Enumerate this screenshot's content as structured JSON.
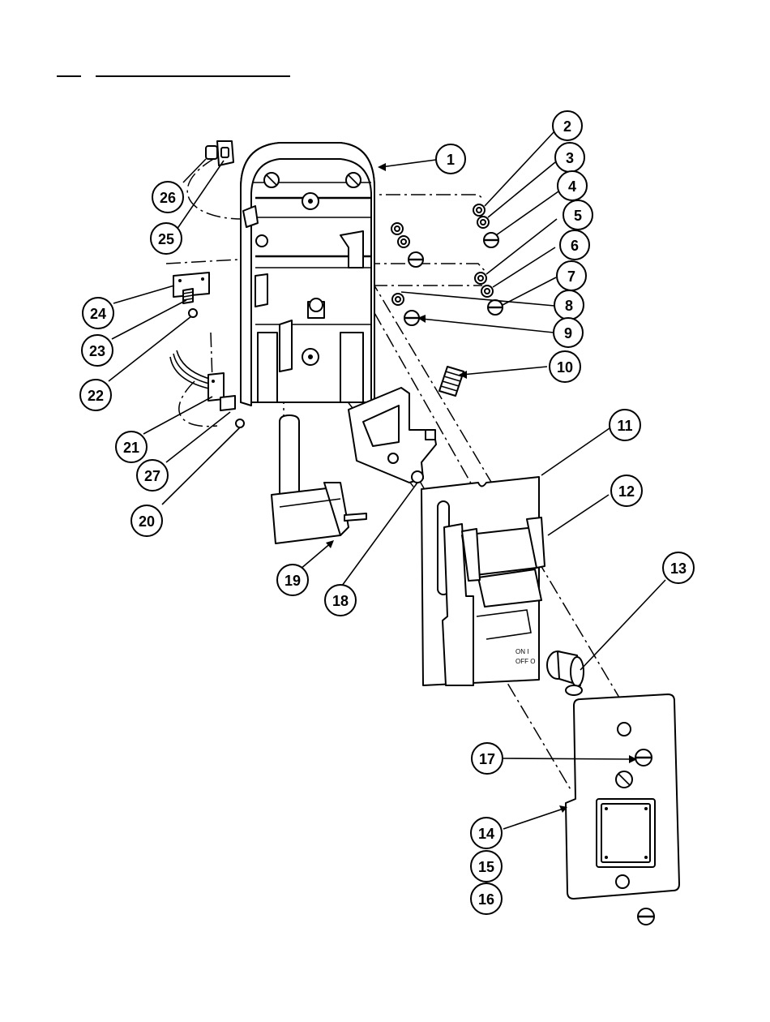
{
  "callouts": [
    {
      "id": "1",
      "label": "1"
    },
    {
      "id": "2",
      "label": "2"
    },
    {
      "id": "3",
      "label": "3"
    },
    {
      "id": "4",
      "label": "4"
    },
    {
      "id": "5",
      "label": "5"
    },
    {
      "id": "6",
      "label": "6"
    },
    {
      "id": "7",
      "label": "7"
    },
    {
      "id": "8",
      "label": "8"
    },
    {
      "id": "9",
      "label": "9"
    },
    {
      "id": "10",
      "label": "10"
    },
    {
      "id": "11",
      "label": "11"
    },
    {
      "id": "12",
      "label": "12"
    },
    {
      "id": "13",
      "label": "13"
    },
    {
      "id": "14",
      "label": "14"
    },
    {
      "id": "15",
      "label": "15"
    },
    {
      "id": "16",
      "label": "16"
    },
    {
      "id": "17",
      "label": "17"
    },
    {
      "id": "18",
      "label": "18"
    },
    {
      "id": "19",
      "label": "19"
    },
    {
      "id": "20",
      "label": "20"
    },
    {
      "id": "21",
      "label": "21"
    },
    {
      "id": "22",
      "label": "22"
    },
    {
      "id": "23",
      "label": "23"
    },
    {
      "id": "24",
      "label": "24"
    },
    {
      "id": "25",
      "label": "25"
    },
    {
      "id": "26",
      "label": "26"
    },
    {
      "id": "27",
      "label": "27"
    }
  ],
  "switch_plate": {
    "on_label": "ON I",
    "off_label": "OFF O"
  }
}
